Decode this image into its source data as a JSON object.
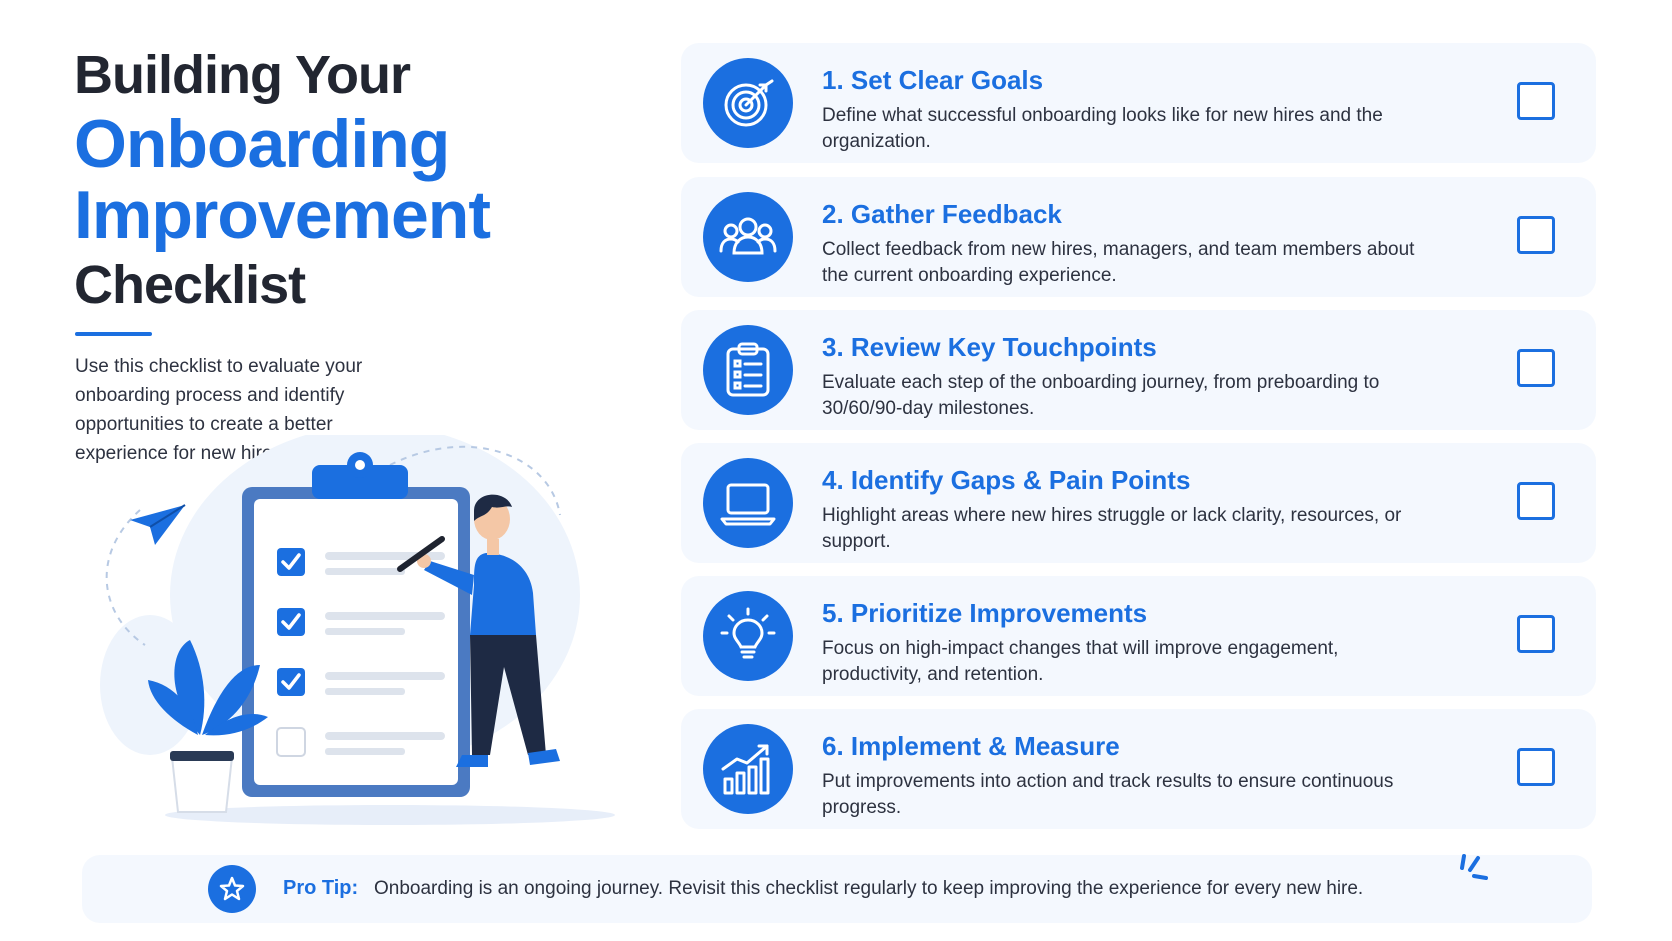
{
  "header": {
    "title_line1": "Building Your",
    "title_line2": "Onboarding",
    "title_line3": "Improvement",
    "title_line4": "Checklist",
    "intro": "Use this checklist to evaluate your onboarding process and identify opportunities to create a better experience for new hires."
  },
  "colors": {
    "accent": "#1b6fe0",
    "text": "#222631",
    "card_bg": "#f4f8fe"
  },
  "checklist": [
    {
      "title": "1. Set Clear Goals",
      "description": "Define what successful onboarding looks like for new hires and the organization.",
      "icon": "target-icon",
      "checked": false
    },
    {
      "title": "2. Gather Feedback",
      "description": "Collect feedback from new hires, managers, and team members about the current onboarding experience.",
      "icon": "people-group-icon",
      "checked": false
    },
    {
      "title": "3. Review Key Touchpoints",
      "description": "Evaluate each step of the onboarding journey, from preboarding to 30/60/90-day milestones.",
      "icon": "clipboard-list-icon",
      "checked": false
    },
    {
      "title": "4. Identify Gaps & Pain Points",
      "description": "Highlight areas where new hires struggle or lack clarity, resources, or support.",
      "icon": "laptop-icon",
      "checked": false
    },
    {
      "title": "5. Prioritize Improvements",
      "description": "Focus on high-impact changes that will improve engagement, productivity, and retention.",
      "icon": "lightbulb-icon",
      "checked": false
    },
    {
      "title": "6. Implement & Measure",
      "description": "Put improvements into action and track results to ensure continuous progress.",
      "icon": "growth-chart-icon",
      "checked": false
    }
  ],
  "pro_tip": {
    "label": "Pro Tip:",
    "text": "Onboarding is an ongoing journey. Revisit this checklist regularly to keep improving the experience for every new hire.",
    "icon": "star-icon"
  }
}
